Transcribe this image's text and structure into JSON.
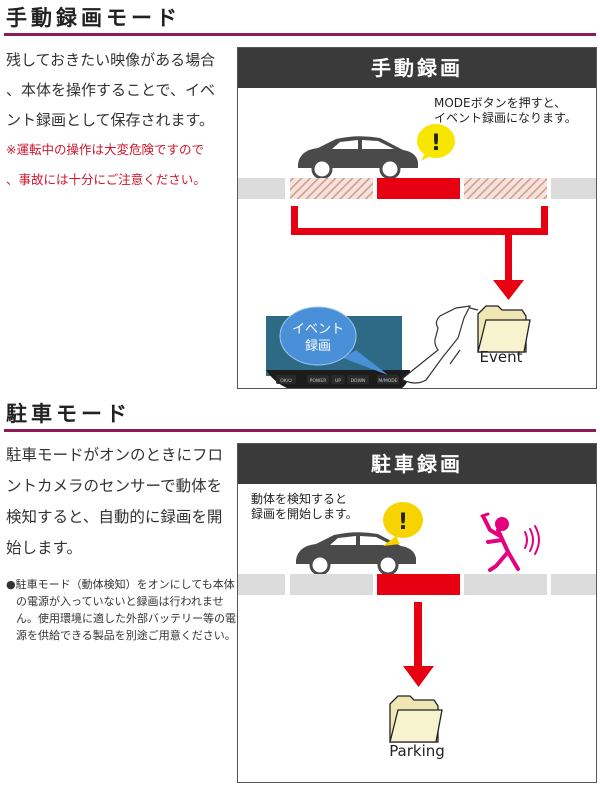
{
  "sections": [
    {
      "title": "手動録画モード",
      "body_lines": [
        "残しておきたい映像がある場合",
        "、本体を操作することで、イベ",
        "ント録画として保存されます。"
      ],
      "warning_lines": [
        "※運転中の操作は大変危険ですので",
        "、事故には十分にご注意ください。"
      ],
      "panel": {
        "title": "手動録画",
        "caption_lines": [
          "MODEボタンを押すと、",
          "イベント録画になります。"
        ],
        "alert_symbol": "!",
        "bubble_lines": [
          "イベント",
          "録画"
        ],
        "device_buttons": [
          "OK/⏻",
          "POWER",
          "UP",
          "DOWN",
          "M/MODE"
        ],
        "folder_label": "Event",
        "icons": [
          "car-icon",
          "alert-bubble-icon",
          "timeline-bar",
          "arrow-down-icon",
          "dashcam-device",
          "pointing-hand-icon",
          "folder-icon"
        ]
      }
    },
    {
      "title": "駐車モード",
      "body_lines": [
        "駐車モードがオンのときにフロ",
        "ントカメラのセンサーで動体を",
        "検知すると、自動的に録画を開",
        "始します。"
      ],
      "note": "●駐車モード（動体検知）をオンにしても本体の電源が入っていないと録画は行われません。使用環境に適した外部バッテリー等の電源を供給できる製品を別途ご用意ください。",
      "panel": {
        "title": "駐車録画",
        "caption_lines": [
          "動体を検知すると",
          "録画を開始します。"
        ],
        "alert_symbol": "!",
        "folder_label": "Parking",
        "icons": [
          "car-icon",
          "alert-bubble-icon",
          "moving-person-icon",
          "timeline-bar",
          "arrow-down-icon",
          "folder-icon"
        ]
      }
    }
  ],
  "colors": {
    "heading_rule": "#8e1a57",
    "warning_text": "#d0142a",
    "panel_header": "#3a3a3a",
    "record_red": "#e60012",
    "timeline_gray": "#dcdcdc",
    "person_magenta": "#e4007f",
    "alert_yellow": "#f7e600",
    "folder_fill": "#f8f3cf"
  }
}
